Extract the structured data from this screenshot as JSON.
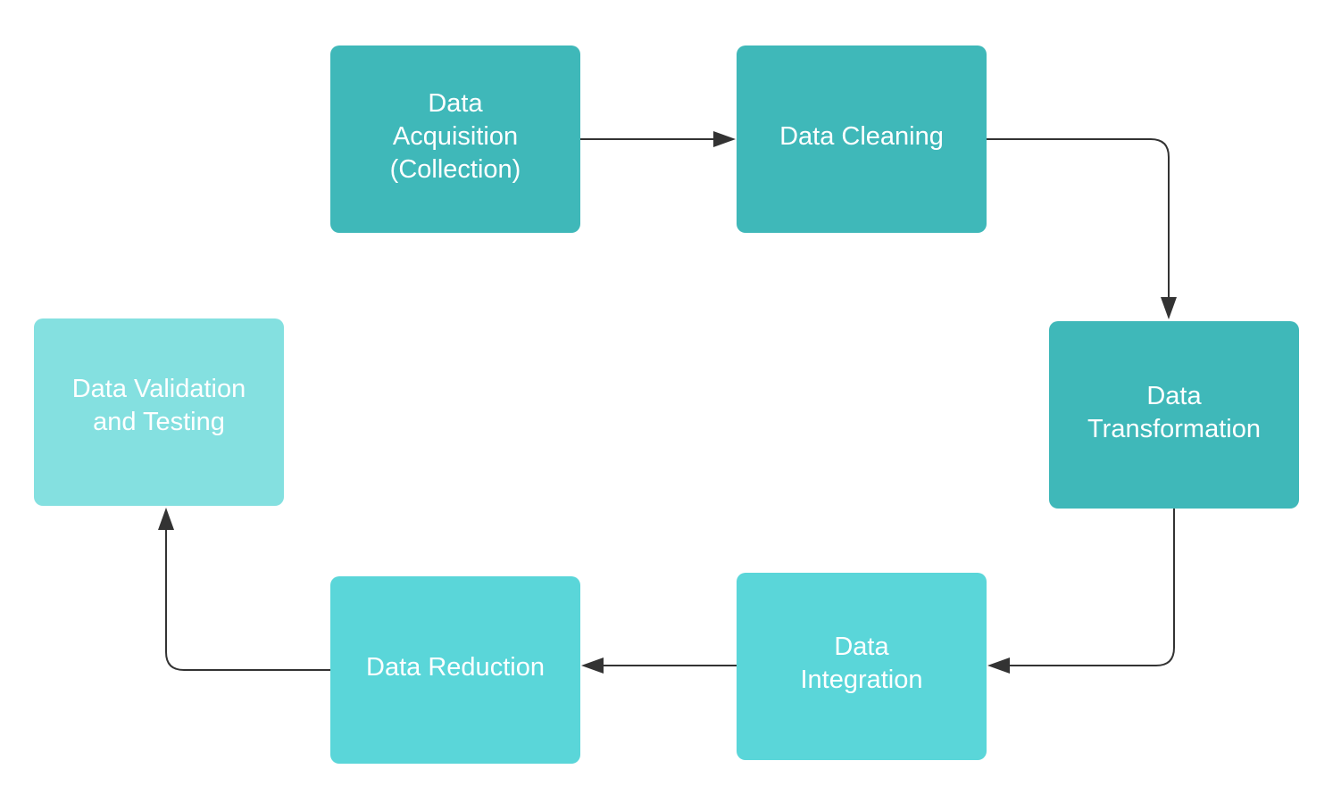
{
  "diagram": {
    "nodes": [
      {
        "id": "acquisition",
        "label": "Data\nAcquisition\n(Collection)",
        "fill": "#3fb8b9"
      },
      {
        "id": "cleaning",
        "label": "Data Cleaning",
        "fill": "#3fb8b9"
      },
      {
        "id": "transformation",
        "label": "Data\nTransformation",
        "fill": "#3fb8b9"
      },
      {
        "id": "integration",
        "label": "Data\nIntegration",
        "fill": "#5ad6d9"
      },
      {
        "id": "reduction",
        "label": "Data Reduction",
        "fill": "#5ad6d9"
      },
      {
        "id": "validation",
        "label": "Data Validation\nand Testing",
        "fill": "#84e0e0"
      }
    ],
    "edges": [
      {
        "from": "acquisition",
        "to": "cleaning"
      },
      {
        "from": "cleaning",
        "to": "transformation"
      },
      {
        "from": "transformation",
        "to": "integration"
      },
      {
        "from": "integration",
        "to": "reduction"
      },
      {
        "from": "reduction",
        "to": "validation"
      }
    ],
    "text_color": "#ffffff",
    "edge_color": "#333333",
    "background": "#ffffff"
  }
}
